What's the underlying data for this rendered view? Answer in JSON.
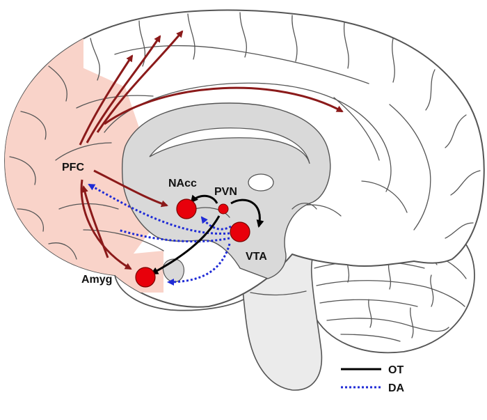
{
  "regions": {
    "pfc": "PFC",
    "nacc": "NAcc",
    "pvn": "PVN",
    "vta": "VTA",
    "amyg": "Amyg"
  },
  "legend": {
    "ot": "OT",
    "da": "DA"
  },
  "colors": {
    "projection": "#8b1a1a",
    "oxytocin": "#000000",
    "dopamine": "#1f2bd6",
    "nucleus_fill": "#e8000b",
    "pfc_highlight": "#f9d3c9",
    "inner_structure": "#d9d9d9",
    "brainstem": "#ebebeb"
  }
}
